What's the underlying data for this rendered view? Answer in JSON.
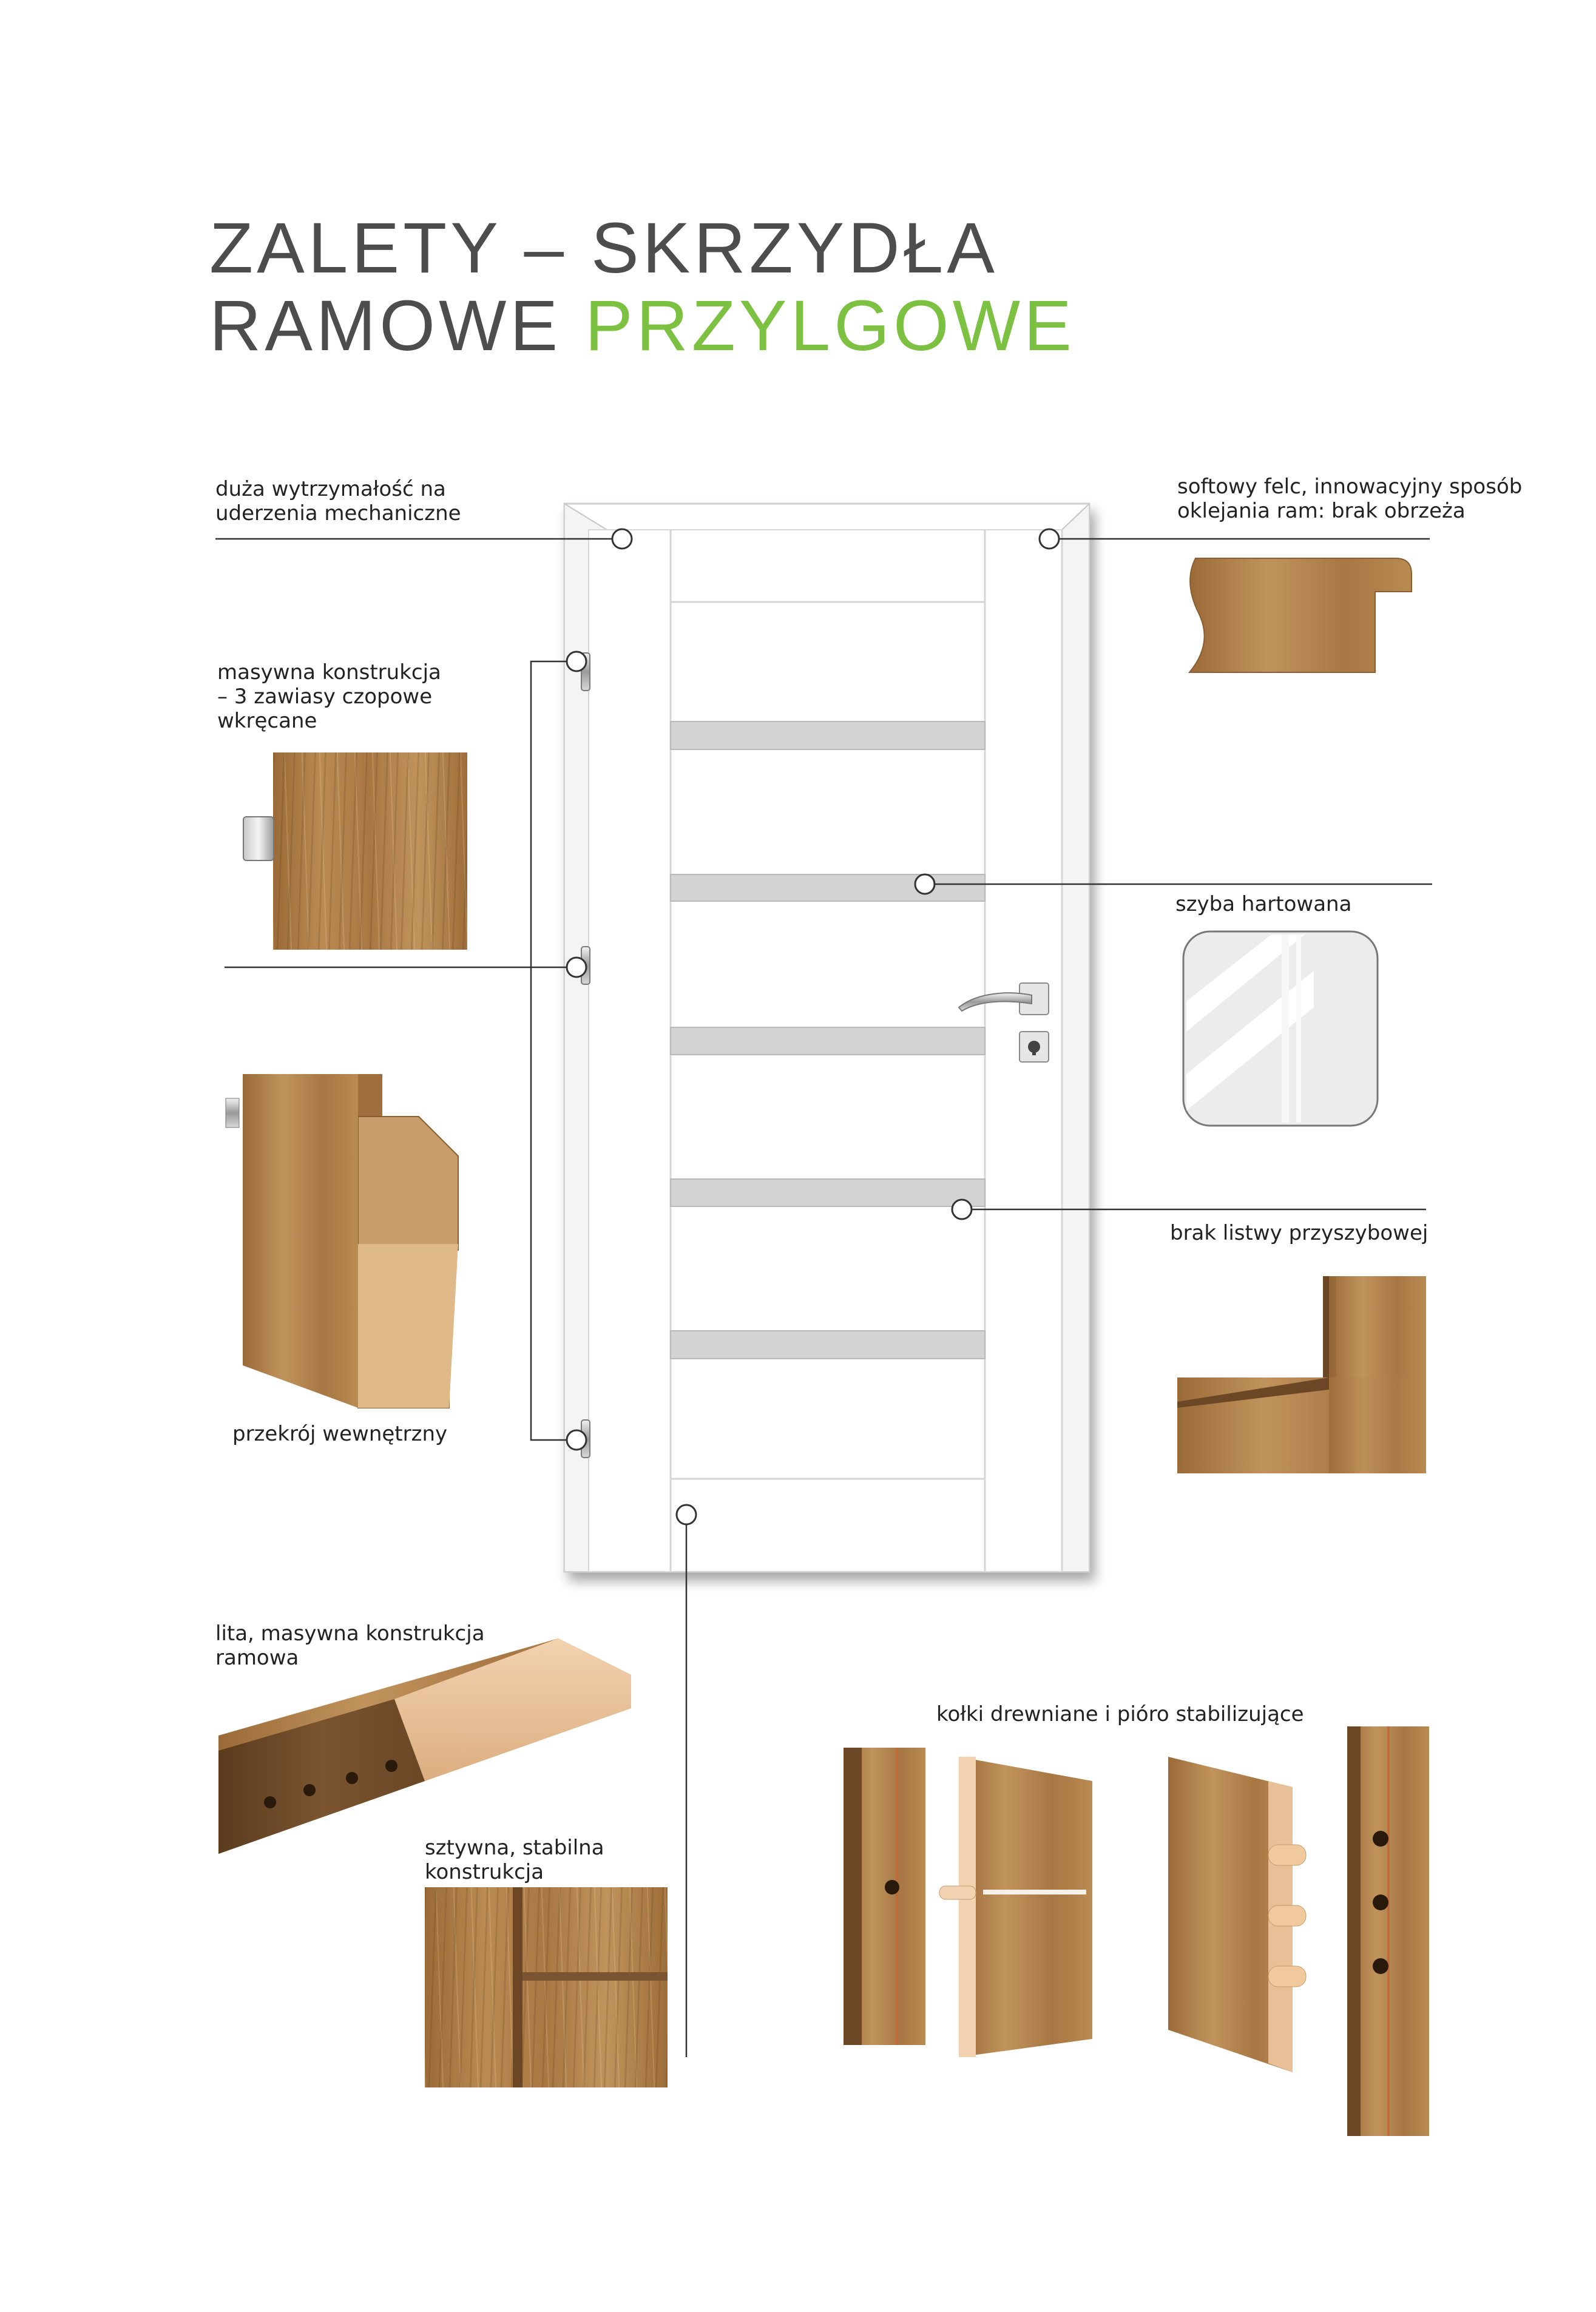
{
  "title": {
    "line1": "ZALETY – SKRZYDŁA",
    "line2_prefix": "RAMOWE ",
    "line2_highlight": "PRZYLGOWE"
  },
  "colors": {
    "highlight": "#7dc142",
    "title_gray": "#4d4d4d",
    "wood": "#b07f49",
    "glass": "#d3d3d3"
  },
  "features": {
    "impact": {
      "line1": "duża wytrzymałość na",
      "line2": "uderzenia mechaniczne"
    },
    "rebate": {
      "line1": "softowy felc, innowacyjny sposób",
      "line2": "oklejania ram: brak obrzeża"
    },
    "hinges": {
      "line1": "masywna konstrukcja",
      "line2": "– 3 zawiasy czopowe",
      "line3": "wkręcane"
    },
    "glass": {
      "line1": "szyba hartowana"
    },
    "section": {
      "line1": "przekrój wewnętrzny"
    },
    "no_bead": {
      "line1": "brak listwy przyszybowej"
    },
    "solid_frame": {
      "line1": "lita, masywna konstrukcja",
      "line2": "ramowa"
    },
    "rigid": {
      "line1": "sztywna, stabilna",
      "line2": "konstrukcja"
    },
    "dowels": {
      "line1": "kołki drewniane i pióro stabilizujące"
    }
  }
}
